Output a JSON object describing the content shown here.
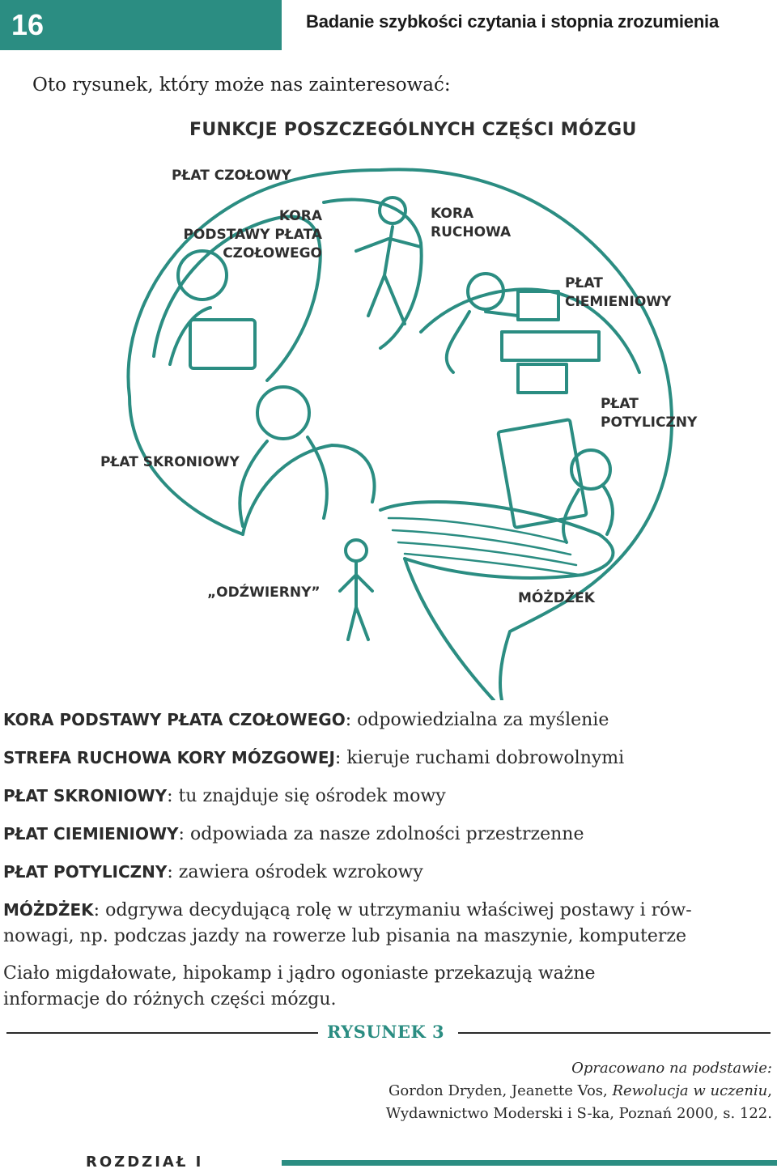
{
  "header": {
    "page_number": "16",
    "title": "Badanie szybkości czytania i stopnia zrozumienia"
  },
  "intro": "Oto rysunek, który może nas zainteresować:",
  "figure": {
    "title": "FUNKCJE POSZCZEGÓLNYCH CZĘŚCI MÓZGU",
    "labels": {
      "plat_czolowy": "PŁAT CZOŁOWY",
      "kora_podstawy": "KORA\nPODSTAWY PŁATA\nCZOŁOWEGO",
      "kora_ruchowa": "KORA\nRUCHOWA",
      "plat_ciemieniowy": "PŁAT\nCIEMIENIOWY",
      "plat_potyliczny": "PŁAT\nPOTYLICZNY",
      "plat_skroniowy": "PŁAT SKRONIOWY",
      "odzwierny": "„ODŹWIERNY”",
      "mozdzek": "MÓŻDŻEK"
    },
    "line_color": "#2b8d82"
  },
  "definitions": [
    {
      "term": "KORA PODSTAWY PŁATA CZOŁOWEGO",
      "desc": ": odpowiedzialna za myślenie"
    },
    {
      "term": "STREFA RUCHOWA KORY MÓZGOWEJ",
      "desc": ": kieruje ruchami dobrowolnymi"
    },
    {
      "term": "PŁAT SKRONIOWY",
      "desc": ": tu znajduje się ośrodek mowy"
    },
    {
      "term": "PŁAT CIEMIENIOWY",
      "desc": ": odpowiada za nasze zdolności przestrzenne"
    },
    {
      "term": "PŁAT POTYLICZNY",
      "desc": ": zawiera ośrodek wzrokowy"
    },
    {
      "term": "MÓŻDŻEK",
      "desc": ": odgrywa decydującą rolę w utrzymaniu właściwej postawy i rów-\nnowagi, np. podczas jazdy na rowerze lub pisania na maszynie, komputerze"
    },
    {
      "term": "",
      "desc": "Ciało migdałowate, hipokamp i jądro ogoniaste przekazują ważne\ninformacje do różnych części mózgu."
    }
  ],
  "caption": "RYSUNEK 3",
  "source": {
    "line1": "Opracowano na podstawie:",
    "line2_a": "Gordon Dryden, Jeanette Vos, ",
    "line2_b": "Rewolucja w uczeniu",
    "line2_c": ",",
    "line3": "Wydawnictwo Moderski i S-ka, Poznań 2000, s. 122."
  },
  "footer": {
    "chapter": "ROZDZIAŁ I",
    "accent": "#2b8d82"
  }
}
